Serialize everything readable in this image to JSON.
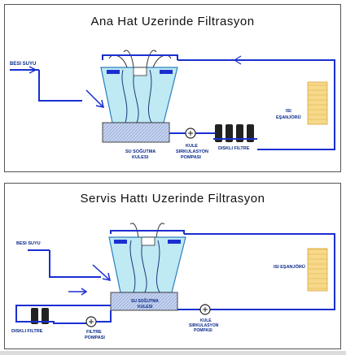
{
  "panel_top": {
    "title": "Ana Hat Uzerinde Filtrasyon",
    "labels": {
      "feed_water": "BESI SUYU",
      "heat_exchanger_line1": "ISI",
      "heat_exchanger_line2": "EŞANJÖRÜ",
      "cooling_tower_line1": "SU SOĞUTMA",
      "cooling_tower_line2": "KULESI",
      "pump_line1": "KULE",
      "pump_line2": "SIRKULASYON",
      "pump_line3": "POMPASI",
      "disc_filter": "DISKLI FILTRE"
    }
  },
  "panel_bottom": {
    "title": "Servis Hattı Uzerinde Filtrasyon",
    "labels": {
      "feed_water": "BESI SUYU",
      "heat_exchanger": "ISI EŞANJÖRÜ",
      "disc_filter": "DISKLI FILTRE",
      "filter_pump_line1": "FILTRE",
      "filter_pump_line2": "POMPASI",
      "cooling_tower_line1": "SU SOĞUTMA",
      "cooling_tower_line2": "KULESI",
      "pump_line1": "KULE",
      "pump_line2": "SIRKULASYON",
      "pump_line3": "POMPASI"
    }
  },
  "colors": {
    "pipe": "#1a2fd0",
    "tower_fill": "#bfe9f3",
    "basin": "#c6d3ee",
    "exchanger": "#f6d98a",
    "filter": "#222222",
    "label": "#0a2a8a"
  }
}
